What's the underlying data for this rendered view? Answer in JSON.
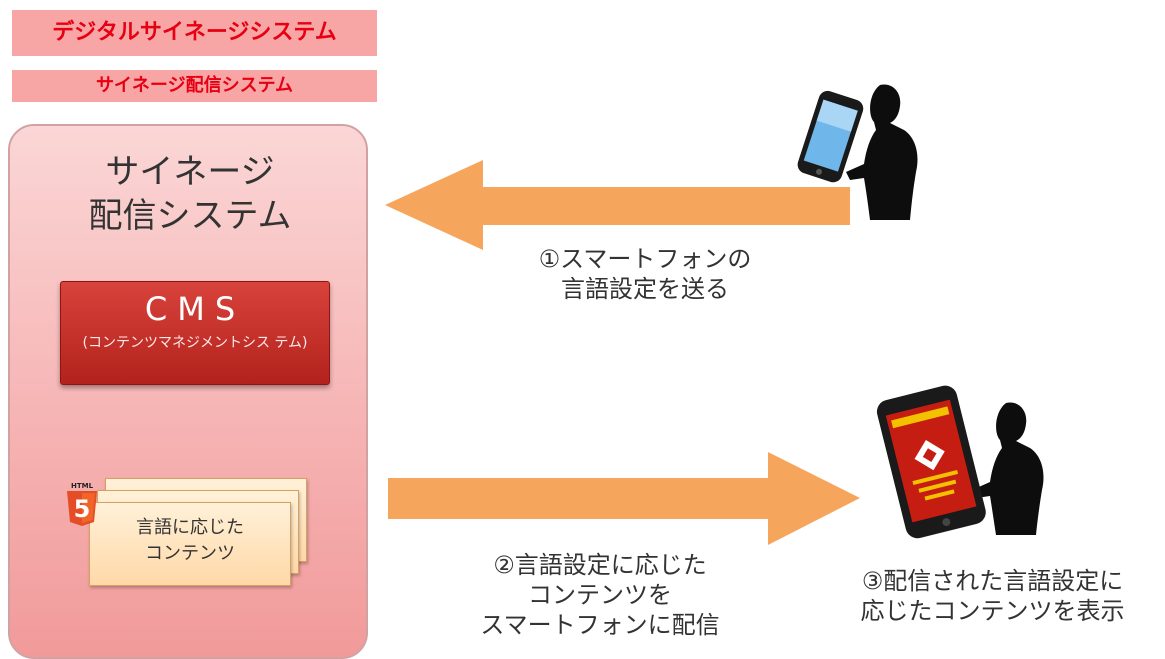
{
  "tags": {
    "digital_signage": "デジタルサイネージシステム",
    "signage_delivery": "サイネージ配信システム"
  },
  "panel": {
    "title": "サイネージ\n配信システム",
    "cms_title": "CMS",
    "cms_subtitle": "(コンテンツマネジメントシス\nテム)",
    "card_text": "言語に応じた\nコンテンツ",
    "html5_label": "HTML",
    "html5_number": "5"
  },
  "steps": {
    "step1": "①スマートフォンの\n言語設定を送る",
    "step2": "②言語設定に応じた\nコンテンツを\nスマートフォンに配信",
    "step3": "③配信された言語設定に\n応じたコンテンツを表示"
  },
  "colors": {
    "tag_bg": "#f8a5a5",
    "tag_text": "#e60012",
    "arrow": "#f6a65c",
    "cms_red": "#c0302a"
  },
  "icons": {
    "arrow1": "arrow-left-icon",
    "arrow2": "arrow-right-icon",
    "phone_blue": "smartphone-icon",
    "phone_red": "smartphone-icon",
    "person": "person-silhouette-icon",
    "html5": "html5-icon"
  }
}
